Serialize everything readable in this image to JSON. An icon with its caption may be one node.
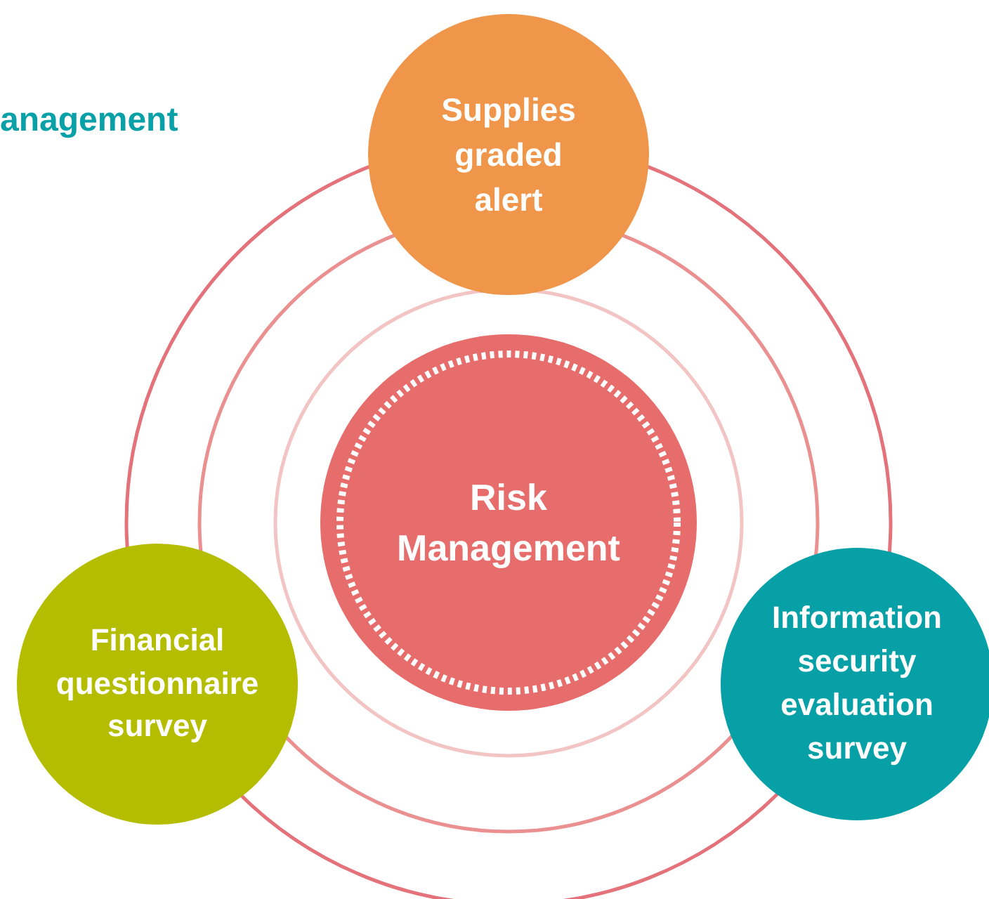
{
  "diagram": {
    "title": "anagement",
    "nodes": [
      {
        "text": [
          "Supplies graded alert"
        ]
      },
      {
        "text": [
          "Risk Management"
        ]
      },
      {
        "text": [
          "Financial questionnaire survey"
        ]
      },
      {
        "text": [
          "Information security evaluation survey"
        ]
      }
    ],
    "edges": []
  }
}
